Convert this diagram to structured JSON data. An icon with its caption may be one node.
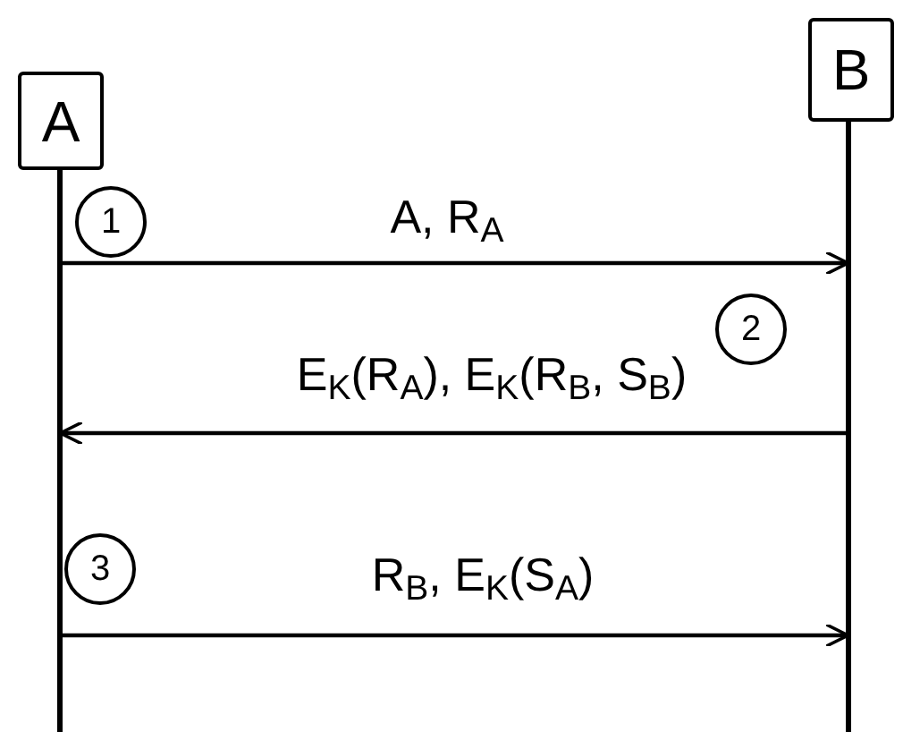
{
  "diagram": {
    "nodes": [
      {
        "text": [
          "A"
        ]
      },
      {
        "text": [
          "B"
        ]
      },
      {
        "text": [],
        "shape": "bar"
      },
      {
        "text": [],
        "shape": "bar"
      }
    ],
    "edges": [
      {
        "from": 2,
        "to": 3,
        "arrow": "to",
        "label": "A, R$_{A}$"
      },
      {
        "from": 3,
        "to": 2,
        "arrow": "to",
        "label": "E$_{K}$(R$_{A}$), E$_{K}$(R$_{B}$, S$_{B}$)"
      },
      {
        "from": 2,
        "to": 3,
        "arrow": "to",
        "label": "R$_{B}$, E$_{K}$(S$_{A}$)"
      }
    ],
    "labels": [
      "1",
      "2",
      "3"
    ]
  }
}
